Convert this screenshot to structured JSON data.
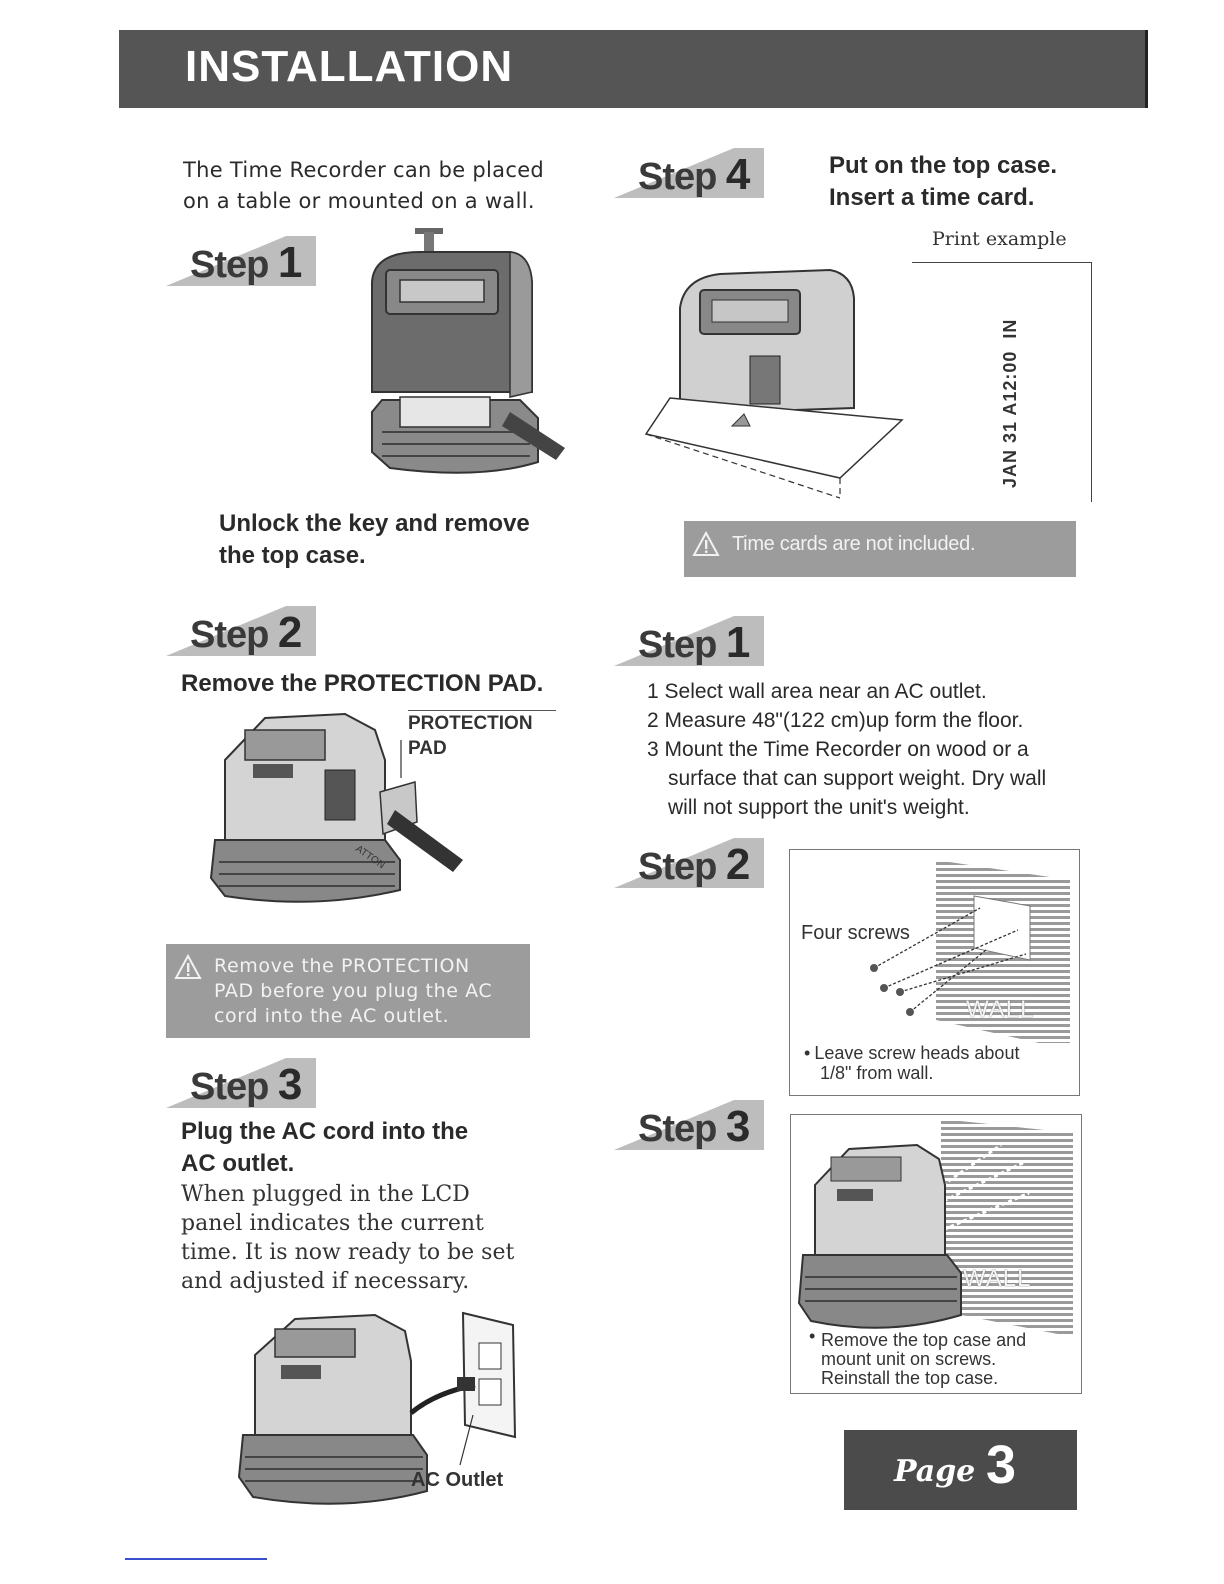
{
  "header": {
    "title": "INSTALLATION"
  },
  "intro": {
    "text_line1": "The Time Recorder can be placed",
    "text_line2": "on a table or mounted on a wall."
  },
  "steps_left": [
    {
      "word": "Step",
      "number": "1",
      "caption_line1": "Unlock the key and remove",
      "caption_line2": "the top case."
    },
    {
      "word": "Step",
      "number": "2",
      "caption": "Remove the PROTECTION PAD.",
      "callout_line1": "PROTECTION",
      "callout_line2": "PAD",
      "pad_label": "ATTON"
    },
    {
      "word": "Step",
      "number": "3",
      "caption_line1": "Plug the AC cord into the",
      "caption_line2": "AC outlet.",
      "body_line1": "When plugged in the LCD",
      "body_line2": "panel indicates the current",
      "body_line3": "time. It is now ready to be set",
      "body_line4": "and adjusted if necessary.",
      "outlet_label": "AC Outlet"
    }
  ],
  "warning_left": {
    "line1": "Remove the PROTECTION",
    "line2": "PAD before you plug the AC",
    "line3": "cord into the AC outlet."
  },
  "step4": {
    "word": "Step",
    "number": "4",
    "title_line1": "Put on the top case.",
    "title_line2": "Insert a time card.",
    "print_example_label": "Print example",
    "print_example_value": "JAN 31 A12:00  IN"
  },
  "warning_right": {
    "text": "Time cards are not included."
  },
  "wall_steps": [
    {
      "word": "Step",
      "number": "1",
      "items": [
        {
          "num": "1",
          "text": "Select wall area near an AC outlet."
        },
        {
          "num": "2",
          "text": "Measure 48\"(122 cm)up form the floor."
        },
        {
          "num": "3",
          "text_line1": "Mount the Time Recorder on wood or a",
          "text_line2": "surface that can support weight. Dry wall",
          "text_line3": "will not support the unit's weight."
        }
      ]
    },
    {
      "word": "Step",
      "number": "2",
      "screws_label": "Four screws",
      "wall_label": "WALL",
      "note_line1": "Leave screw heads about",
      "note_line2": "1/8\" from wall."
    },
    {
      "word": "Step",
      "number": "3",
      "wall_label": "WALL",
      "note_line1": "Remove the top case and",
      "note_line2": "mount unit on screws.",
      "note_line3": "Reinstall the top case."
    }
  ],
  "footer": {
    "page_word": "Page",
    "page_number": "3"
  },
  "colors": {
    "banner": "#555555",
    "warning_box": "#9c9c9c",
    "page_box": "#4b4b4b"
  }
}
